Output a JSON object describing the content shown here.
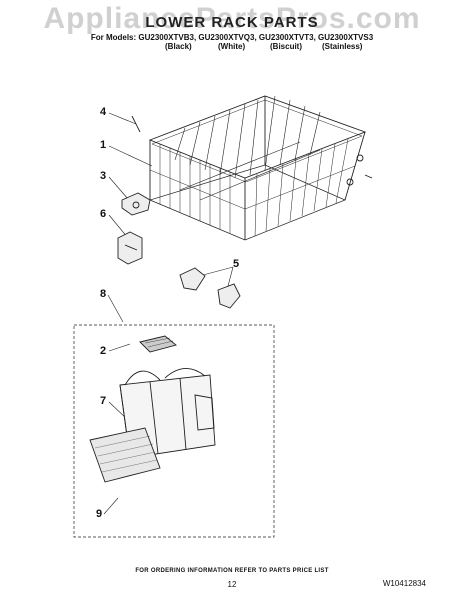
{
  "watermark": "AppliancePartsPros.com",
  "title": "LOWER RACK PARTS",
  "models": "For Models: GU2300XTVB3, GU2300XTVQ3, GU2300XTVT3, GU2300XTVS3",
  "finishes": [
    "(Black)",
    "(White)",
    "(Biscuit)",
    "(Stainless)"
  ],
  "callouts": [
    "4",
    "1",
    "3",
    "6",
    "5",
    "8",
    "2",
    "7",
    "9"
  ],
  "footer": {
    "ordering": "FOR ORDERING INFORMATION REFER TO PARTS PRICE LIST",
    "page": "12",
    "part_number": "W10412834"
  }
}
